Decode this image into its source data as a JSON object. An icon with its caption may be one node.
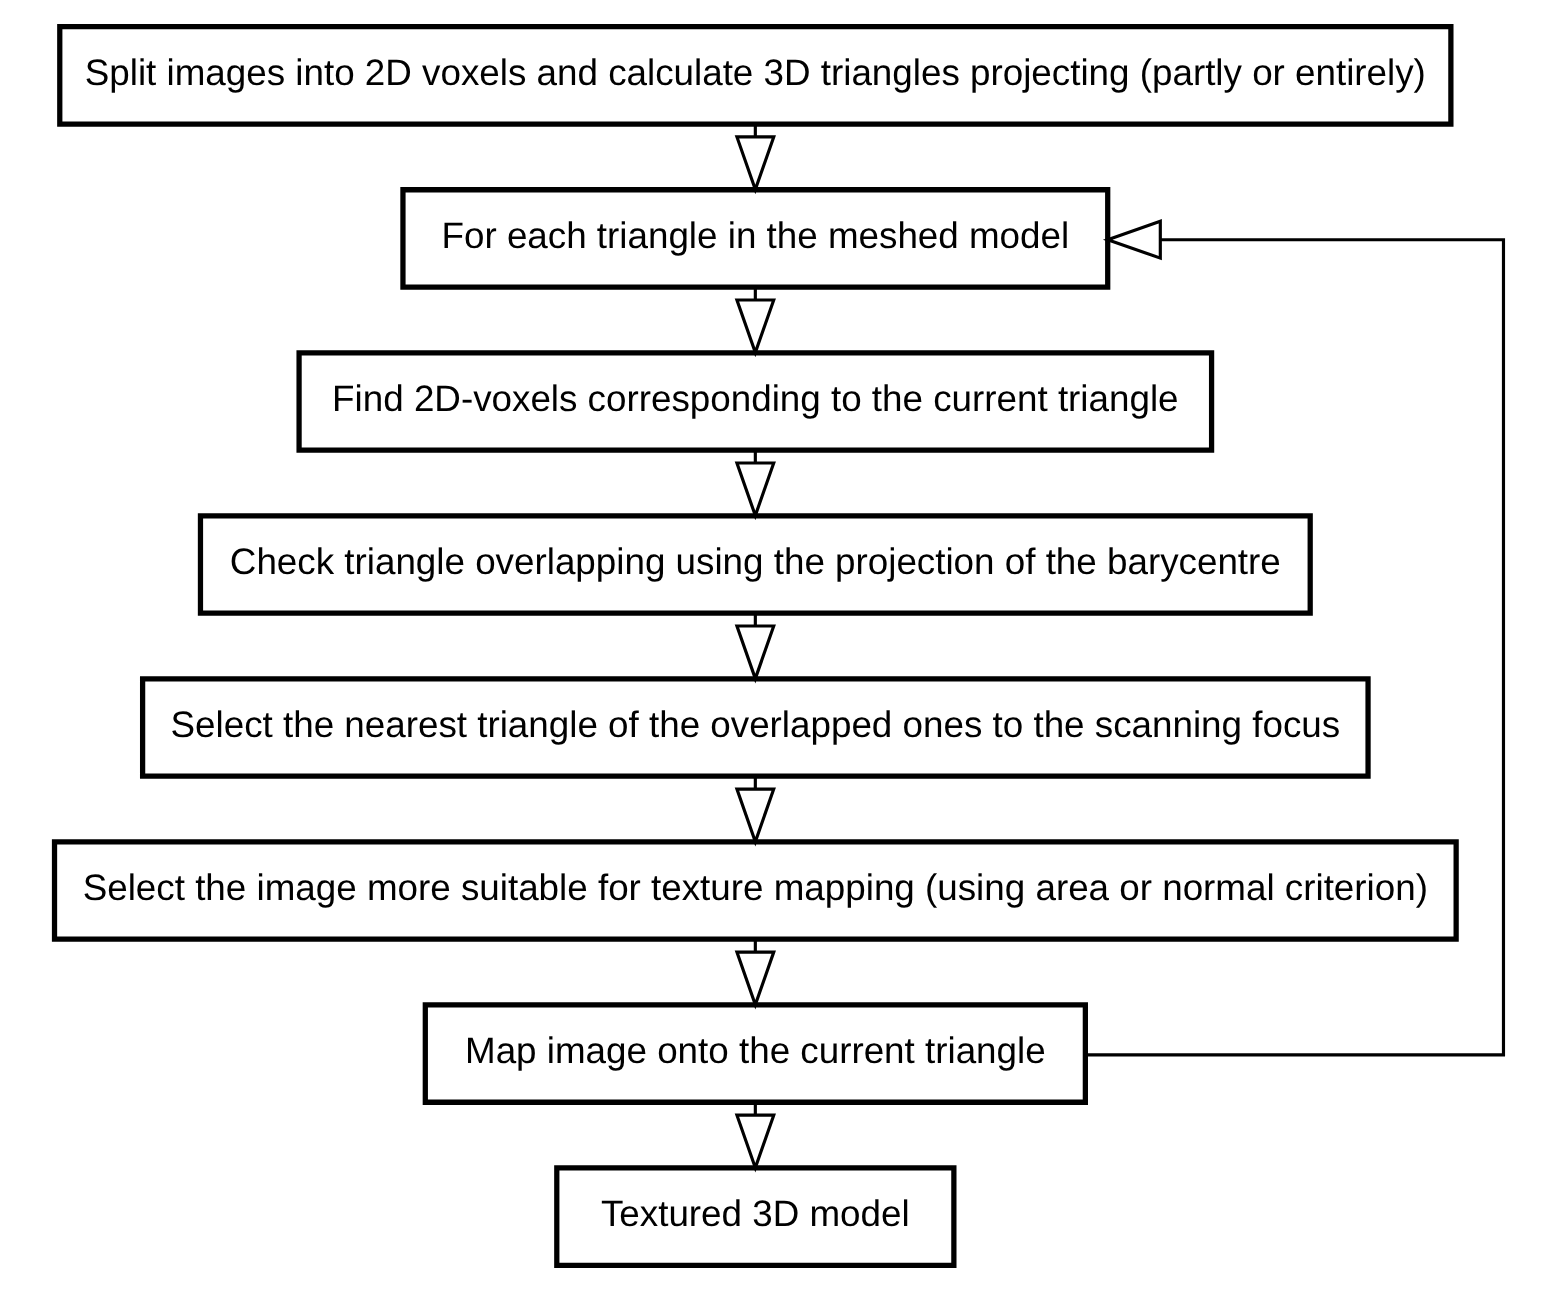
{
  "diagram": {
    "nodes": [
      {
        "text": [
          "Split images into 2D voxels and calculate 3D triangles projecting (partly or entirely)"
        ]
      },
      {
        "text": [
          "For each triangle in the meshed model"
        ]
      },
      {
        "text": [
          "Find 2D-voxels corresponding to the current triangle"
        ]
      },
      {
        "text": [
          "Check triangle overlapping using the projection of the barycentre"
        ]
      },
      {
        "text": [
          "Select the nearest triangle of the overlapped ones to the scanning focus"
        ]
      },
      {
        "text": [
          "Select the image more suitable for texture mapping (using area or normal criterion)"
        ]
      },
      {
        "text": [
          "Map image onto the current triangle"
        ]
      },
      {
        "text": [
          "Textured 3D model"
        ]
      }
    ],
    "edges": [
      {
        "from": 0,
        "to": 1,
        "arrow": "to"
      },
      {
        "from": 1,
        "to": 2,
        "arrow": "to"
      },
      {
        "from": 2,
        "to": 3,
        "arrow": "to"
      },
      {
        "from": 3,
        "to": 4,
        "arrow": "to"
      },
      {
        "from": 4,
        "to": 5,
        "arrow": "to"
      },
      {
        "from": 5,
        "to": 6,
        "arrow": "to"
      },
      {
        "from": 6,
        "to": 7,
        "arrow": "to"
      },
      {
        "from": 6,
        "to": 1,
        "arrow": "to"
      }
    ]
  }
}
